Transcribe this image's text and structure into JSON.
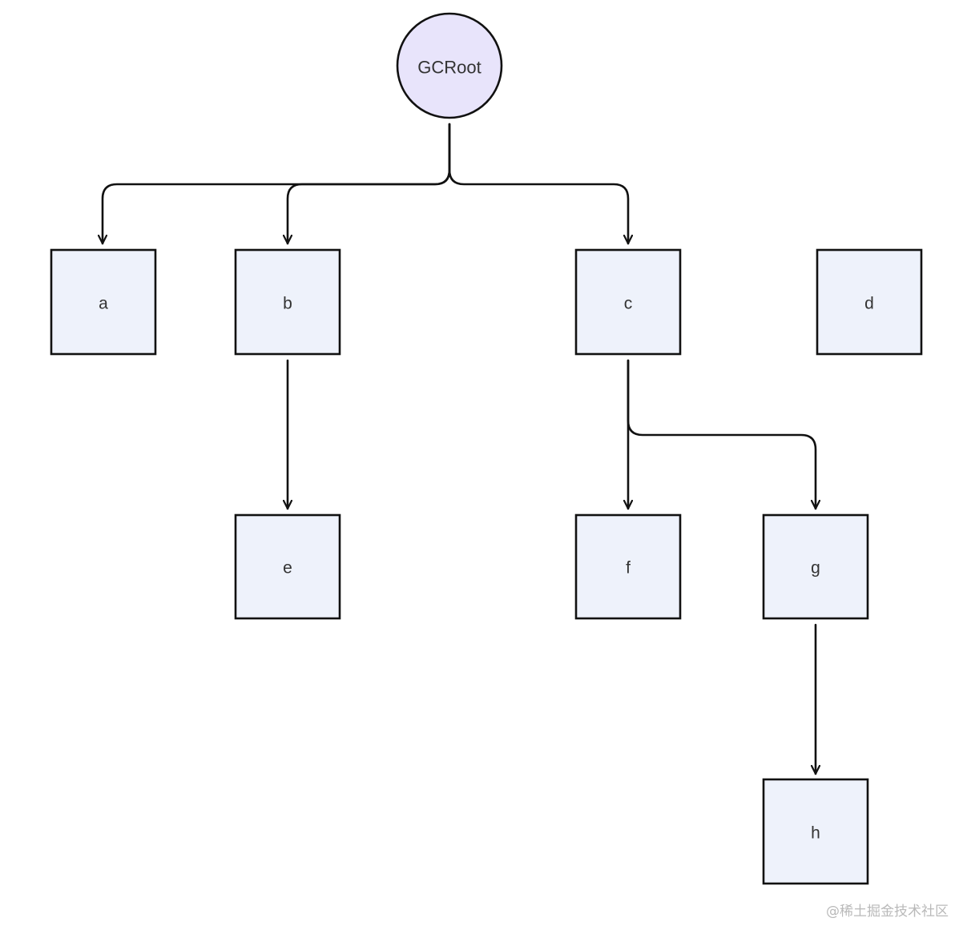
{
  "diagram": {
    "root": {
      "id": "gcroot",
      "label": "GCRoot",
      "shape": "circle"
    },
    "nodes": [
      {
        "id": "a",
        "label": "a"
      },
      {
        "id": "b",
        "label": "b"
      },
      {
        "id": "c",
        "label": "c"
      },
      {
        "id": "d",
        "label": "d"
      },
      {
        "id": "e",
        "label": "e"
      },
      {
        "id": "f",
        "label": "f"
      },
      {
        "id": "g",
        "label": "g"
      },
      {
        "id": "h",
        "label": "h"
      }
    ],
    "edges": [
      {
        "from": "gcroot",
        "to": "a"
      },
      {
        "from": "gcroot",
        "to": "b"
      },
      {
        "from": "gcroot",
        "to": "c"
      },
      {
        "from": "b",
        "to": "e"
      },
      {
        "from": "c",
        "to": "f"
      },
      {
        "from": "c",
        "to": "g"
      },
      {
        "from": "g",
        "to": "h"
      }
    ],
    "colors": {
      "root_fill": "#e8e4fb",
      "node_fill": "#eef2fb",
      "stroke": "#111111",
      "text": "#333333"
    }
  },
  "watermark": "@稀土掘金技术社区"
}
